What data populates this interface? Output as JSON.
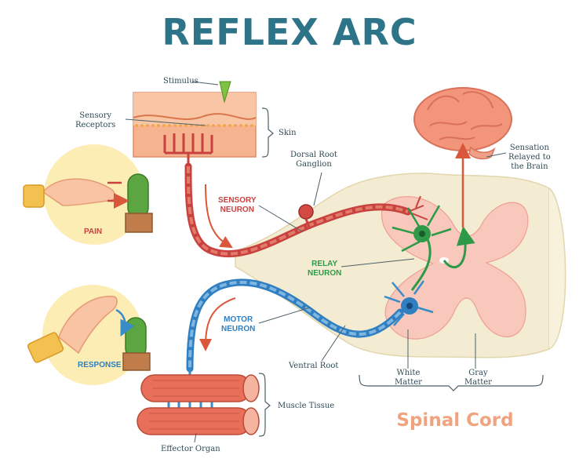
{
  "title": "REFLEX ARC",
  "labels": {
    "stimulus": "Stimulus",
    "sensory_receptors": "Sensory\nReceptors",
    "skin": "Skin",
    "dorsal_root_ganglion": "Dorsal Root\nGanglion",
    "sensation_relayed": "Sensation\nRelayed to\nthe Brain",
    "sensory_neuron": "SENSORY\nNEURON",
    "pain": "PAIN",
    "relay_neuron": "RELAY\nNEURON",
    "motor_neuron": "MOTOR\nNEURON",
    "response": "RESPONSE",
    "ventral_root": "Ventral Root",
    "white_matter": "White\nMatter",
    "gray_matter": "Gray\nMatter",
    "muscle_tissue": "Muscle Tissue",
    "effector_organ": "Effector Organ",
    "spinal_cord": "Spinal Cord"
  },
  "colors": {
    "title": "#2e7489",
    "sensory": "#c8423f",
    "motor": "#2f7fc1",
    "relay": "#2e9a48",
    "brain": "#ef8f6e",
    "spinal_label": "#f0a37e",
    "skin": "#f4b48f",
    "circle_bg": "#fbedb4"
  }
}
